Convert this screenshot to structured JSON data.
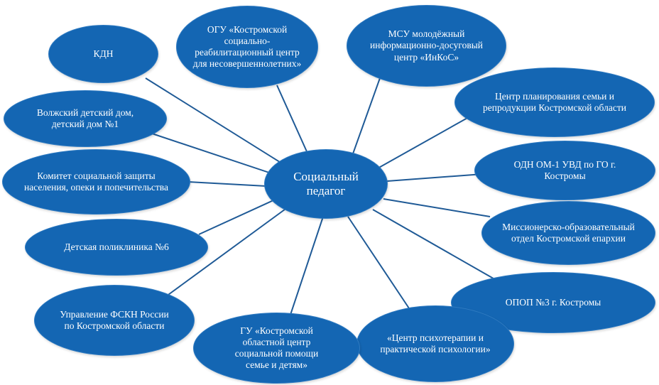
{
  "diagram": {
    "center": {
      "label": "Социальный педагог"
    },
    "nodes": [
      {
        "id": "kdn",
        "label": "КДН"
      },
      {
        "id": "ogu",
        "label": "ОГУ «Костромской социально-реабилитационный центр для несовершеннолетних»"
      },
      {
        "id": "msu",
        "label": "МСУ молодёжный информационно-досуговый центр «ИнКоС»"
      },
      {
        "id": "volzhsky",
        "label": "Волжский детский дом, детский дом №1"
      },
      {
        "id": "family-center",
        "label": "Центр планирования семьи и репродукции Костромской области"
      },
      {
        "id": "committee",
        "label": "Комитет социальной защиты населения, опеки и попечительства"
      },
      {
        "id": "odn",
        "label": "ОДН ОМ-1 УВД по ГО г. Костромы"
      },
      {
        "id": "missionary",
        "label": "Миссионерско-образовательный отдел Костромской епархии"
      },
      {
        "id": "clinic",
        "label": "Детская поликлиника №6"
      },
      {
        "id": "opop",
        "label": "ОПОП №3 г. Костромы"
      },
      {
        "id": "fskn",
        "label": "Управление ФСКН России по Костромской области"
      },
      {
        "id": "psycho",
        "label": "«Центр психотерапии и практической психологии»"
      },
      {
        "id": "gu",
        "label": "ГУ «Костромской областной центр социальной помощи семье и детям»"
      }
    ]
  }
}
